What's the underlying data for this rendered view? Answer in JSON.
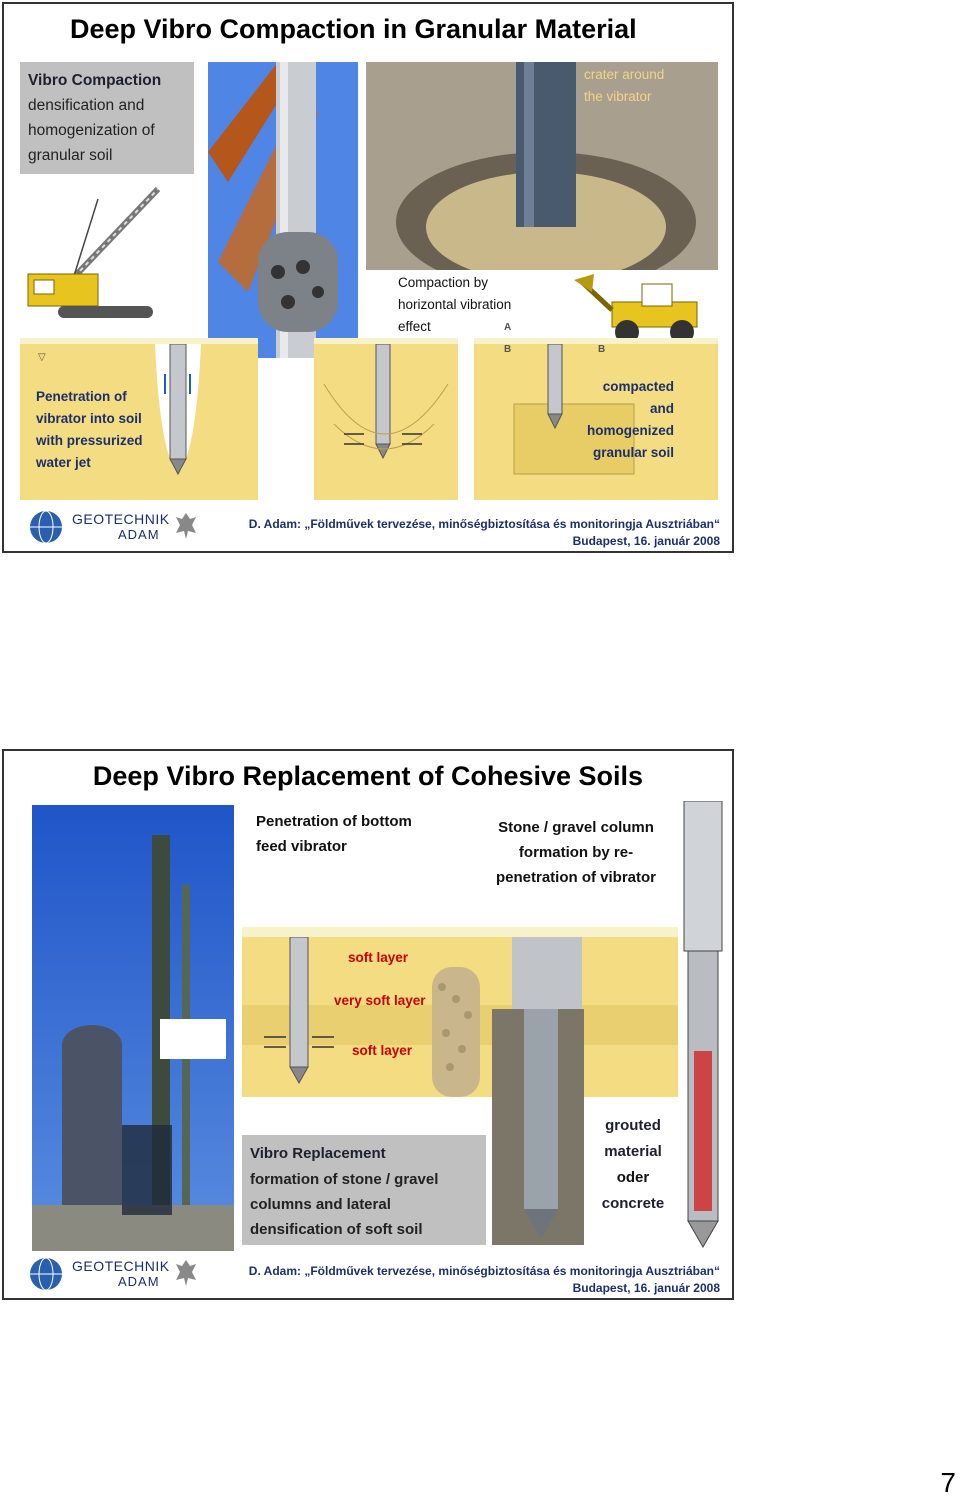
{
  "slide1": {
    "title": "Deep Vibro Compaction in Granular Material",
    "box_heading": "Vibro Compaction",
    "box_lines": [
      "densification and",
      "homogenization of",
      "granular soil"
    ],
    "crater_label": [
      "crater around",
      "the vibrator"
    ],
    "compaction_label": [
      "Compaction by",
      "horizontal vibration",
      "effect"
    ],
    "penetration_label": [
      "Penetration of",
      "vibrator into soil",
      "with pressurized",
      "water jet"
    ],
    "compacted_label": [
      "compacted",
      "and",
      "homogenized",
      "granular soil"
    ],
    "marker_a": "A",
    "marker_b1": "B",
    "marker_b2": "B"
  },
  "slide2": {
    "title": "Deep Vibro Replacement of Cohesive Soils",
    "penetration_label": [
      "Penetration of bottom",
      "feed vibrator"
    ],
    "column_label": [
      "Stone / gravel column",
      "formation by re-",
      "penetration of vibrator"
    ],
    "layer_1": "soft layer",
    "layer_2": "very soft layer",
    "layer_3": "soft layer",
    "box_heading": "Vibro Replacement",
    "box_lines": [
      "formation of stone / gravel",
      "columns and lateral",
      "densification of soft soil"
    ],
    "grouted": [
      "grouted",
      "material"
    ],
    "oder": "oder",
    "concrete": "concrete"
  },
  "footer": {
    "logo_line1": "GEOTECHNIK",
    "logo_line2": "ADAM",
    "line1": "D. Adam: „Földművek tervezése, minőségbiztosítása és monitoringja Ausztriában“",
    "line2": "Budapest, 16. január 2008"
  },
  "page_number": "7"
}
